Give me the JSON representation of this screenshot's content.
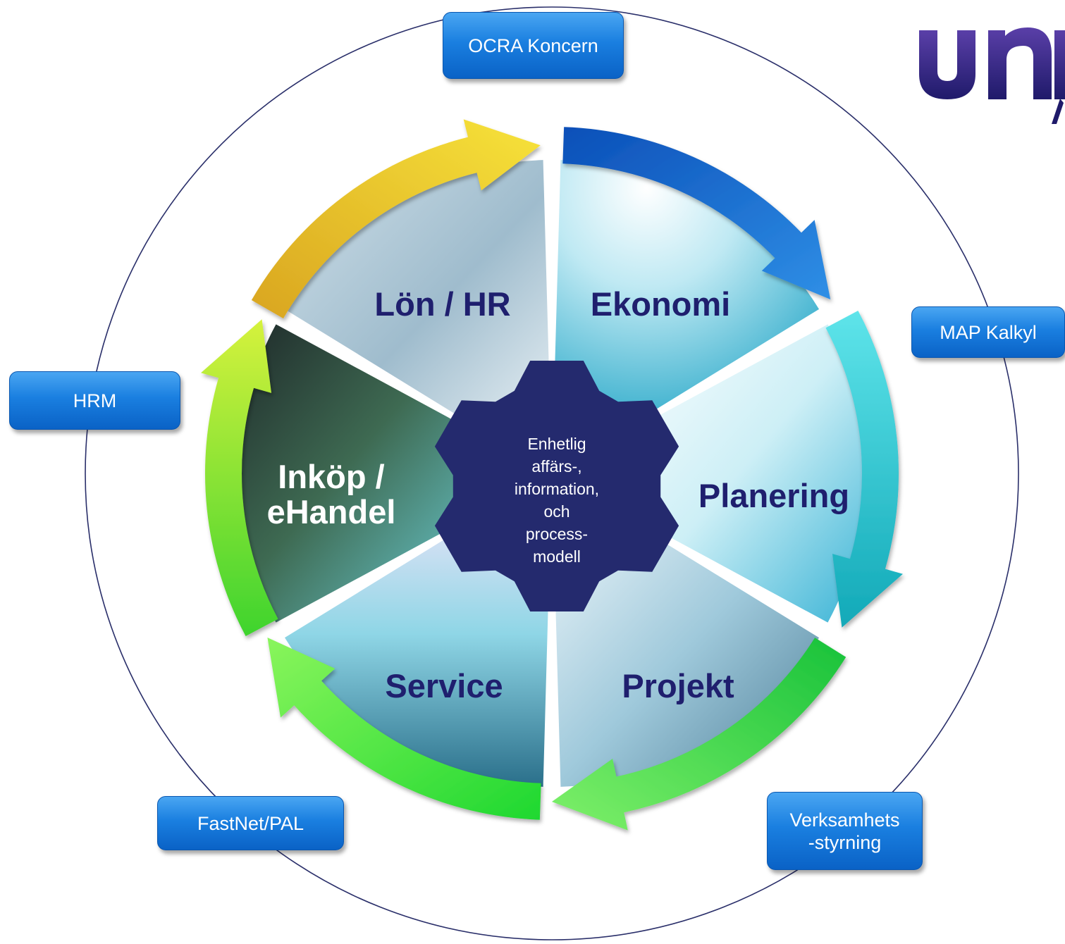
{
  "center": {
    "lines": [
      "Enhetlig",
      "affärs-,",
      "information,",
      "och",
      "process-",
      "modell"
    ]
  },
  "segments": [
    {
      "id": "lon-hr",
      "lines": [
        "Lön / HR"
      ],
      "color": "#1f1f6e"
    },
    {
      "id": "ekonomi",
      "lines": [
        "Ekonomi"
      ],
      "color": "#1f1f6e"
    },
    {
      "id": "planering",
      "lines": [
        "Planering"
      ],
      "color": "#1f1f6e"
    },
    {
      "id": "projekt",
      "lines": [
        "Projekt"
      ],
      "color": "#1f1f6e"
    },
    {
      "id": "service",
      "lines": [
        "Service"
      ],
      "color": "#1f1f6e"
    },
    {
      "id": "inkop",
      "lines": [
        "Inköp /",
        "eHandel"
      ],
      "color": "#ffffff"
    }
  ],
  "outer_nodes": {
    "ocra": "OCRA Koncern",
    "map": "MAP Kalkyl",
    "hrm": "HRM",
    "fastnet": "FastNet/PAL",
    "verksamhet": "Verksamhets\n-styrning"
  },
  "colors": {
    "gear": "#242a6e",
    "orbit": "#2a2f6a",
    "logo": "#3a2a8c",
    "arrows": {
      "yellow": [
        "#f7e33a",
        "#d9a520"
      ],
      "blue": [
        "#2f8fe6",
        "#0b4fb8"
      ],
      "cyan": [
        "#5ee4ea",
        "#12a9b8"
      ],
      "green_br": [
        "#7ff06a",
        "#18c23a"
      ],
      "green_bl": [
        "#8af55c",
        "#1ed830"
      ],
      "green_l": [
        "#d6f23c",
        "#3ed42e"
      ]
    }
  }
}
